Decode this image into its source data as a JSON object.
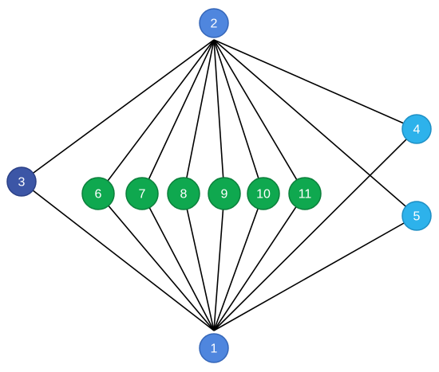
{
  "graph": {
    "nodes": [
      {
        "id": "1",
        "label": "1",
        "group": "hub",
        "color": "#4F86DE",
        "stroke": "#3566B8"
      },
      {
        "id": "2",
        "label": "2",
        "group": "hub",
        "color": "#4F86DE",
        "stroke": "#3566B8"
      },
      {
        "id": "3",
        "label": "3",
        "group": "left",
        "color": "#3C56A6",
        "stroke": "#2B4086"
      },
      {
        "id": "4",
        "label": "4",
        "group": "right",
        "color": "#2DB2EB",
        "stroke": "#1E8FC4"
      },
      {
        "id": "5",
        "label": "5",
        "group": "right",
        "color": "#2DB2EB",
        "stroke": "#1E8FC4"
      },
      {
        "id": "6",
        "label": "6",
        "group": "middle",
        "color": "#0FA84F",
        "stroke": "#0B7F3B"
      },
      {
        "id": "7",
        "label": "7",
        "group": "middle",
        "color": "#0FA84F",
        "stroke": "#0B7F3B"
      },
      {
        "id": "8",
        "label": "8",
        "group": "middle",
        "color": "#0FA84F",
        "stroke": "#0B7F3B"
      },
      {
        "id": "9",
        "label": "9",
        "group": "middle",
        "color": "#0FA84F",
        "stroke": "#0B7F3B"
      },
      {
        "id": "10",
        "label": "10",
        "group": "middle",
        "color": "#0FA84F",
        "stroke": "#0B7F3B"
      },
      {
        "id": "11",
        "label": "11",
        "group": "middle",
        "color": "#0FA84F",
        "stroke": "#0B7F3B"
      }
    ],
    "edges": [
      [
        "2",
        "3"
      ],
      [
        "2",
        "6"
      ],
      [
        "2",
        "7"
      ],
      [
        "2",
        "8"
      ],
      [
        "2",
        "9"
      ],
      [
        "2",
        "10"
      ],
      [
        "2",
        "11"
      ],
      [
        "2",
        "4"
      ],
      [
        "2",
        "5"
      ],
      [
        "1",
        "3"
      ],
      [
        "1",
        "6"
      ],
      [
        "1",
        "7"
      ],
      [
        "1",
        "8"
      ],
      [
        "1",
        "9"
      ],
      [
        "1",
        "10"
      ],
      [
        "1",
        "11"
      ],
      [
        "1",
        "4"
      ],
      [
        "1",
        "5"
      ]
    ]
  }
}
